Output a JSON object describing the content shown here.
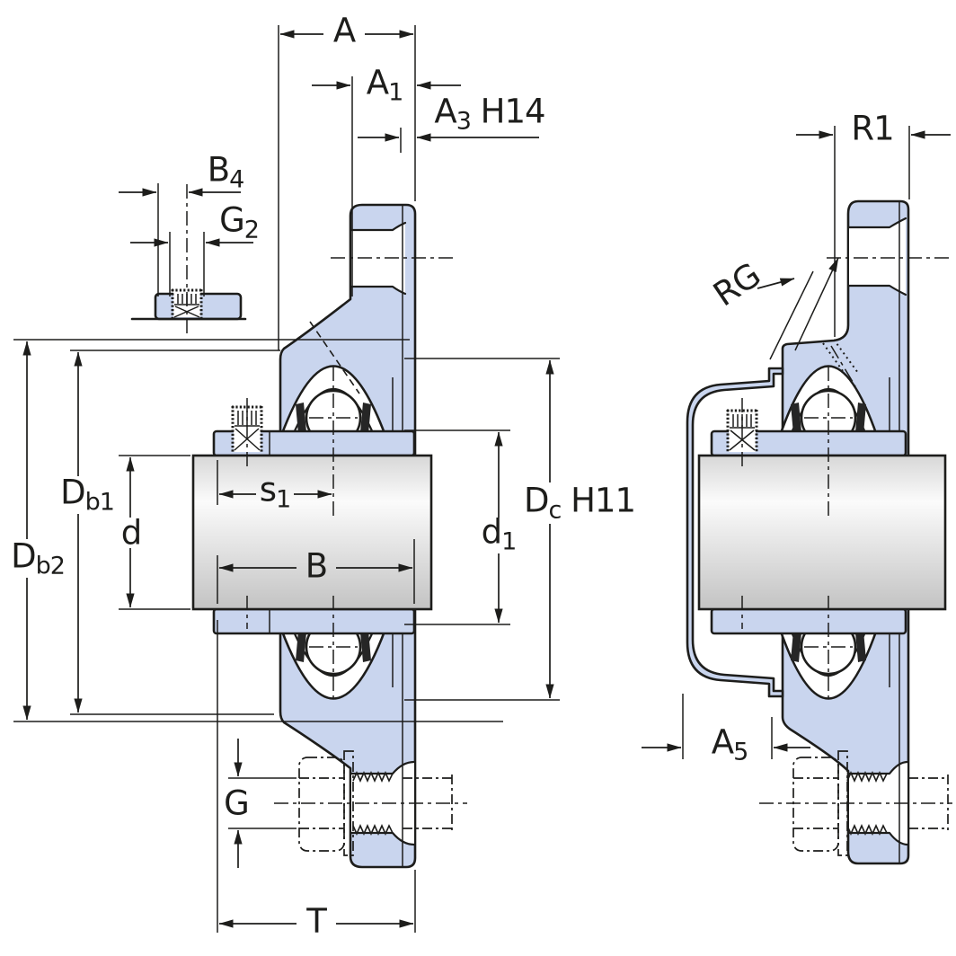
{
  "drawing": {
    "type": "engineering-cross-section",
    "subject": "flanged bearing unit, two sectional views with dimension callouts",
    "colors": {
      "background": "#ffffff",
      "line": "#1d1d1b",
      "housing_fill": "#c9d5ee",
      "shaft_gradient_top": "#d7d7d7",
      "shaft_gradient_mid": "#fbfbfb",
      "shaft_gradient_bottom": "#c3c3c3"
    }
  },
  "labels": {
    "a": {
      "main": "A"
    },
    "a1": {
      "main": "A",
      "sub": "1"
    },
    "a3": {
      "main": "A",
      "sub": "3",
      "suffix": " H14"
    },
    "b4": {
      "main": "B",
      "sub": "4"
    },
    "g2": {
      "main": "G",
      "sub": "2"
    },
    "db1": {
      "main": "D",
      "sub": "b1"
    },
    "db2": {
      "main": "D",
      "sub": "b2"
    },
    "d": {
      "main": "d"
    },
    "s1": {
      "main": "s",
      "sub": "1"
    },
    "b": {
      "main": "B"
    },
    "d1": {
      "main": "d",
      "sub": "1"
    },
    "dc": {
      "main": "D",
      "sub": "c",
      "suffix": " H11"
    },
    "g": {
      "main": "G"
    },
    "t": {
      "main": "T"
    },
    "r1": {
      "main": "R1"
    },
    "rg": {
      "main": "RG"
    },
    "a5": {
      "main": "A",
      "sub": "5"
    }
  }
}
